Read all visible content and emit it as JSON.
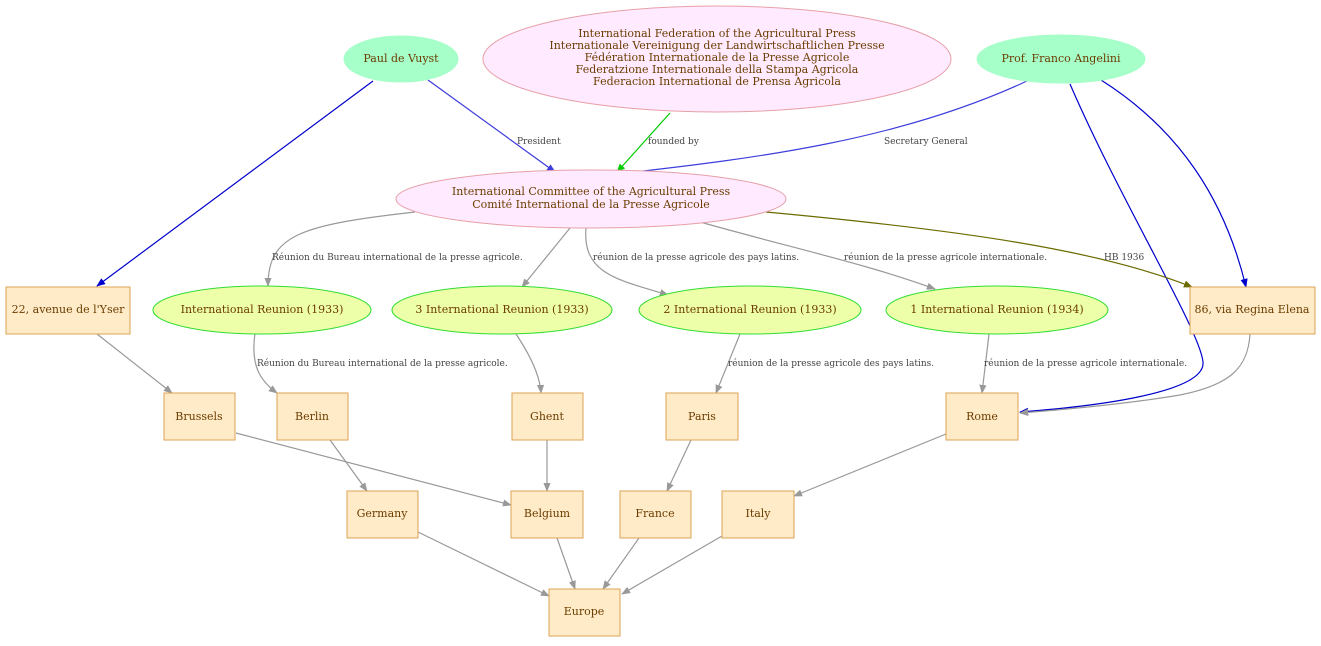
{
  "colors": {
    "person_fill": "#a6ffc9",
    "org_fill": "#ffeaff",
    "org_stroke": "#e6a0a8",
    "event_fill": "#eeffaa",
    "event_stroke": "#33dd33",
    "place_fill": "#ffebc8",
    "place_stroke": "#dba355",
    "text": "#6b3d00",
    "edge_gray": "#999999",
    "edge_blue": "#0000cc",
    "edge_purpleblue": "#3d3ddd",
    "edge_green": "#00cc00",
    "edge_olive": "#6b6b00"
  },
  "nodes": {
    "paul": {
      "lines": [
        "Paul de Vuyst"
      ]
    },
    "ifap": {
      "lines": [
        "International Federation of the Agricultural Press",
        "Internationale Vereinigung der Landwirtschaftlichen Presse",
        "Fédération Internationale de la Presse Agricole",
        "Federatzione Internationale della Stampa Agricola",
        "Federacion International de Prensa Agricola"
      ]
    },
    "franco": {
      "lines": [
        "Prof. Franco Angelini"
      ]
    },
    "icap": {
      "lines": [
        "International Committee of the Agricultural Press",
        "Comité International de la Presse Agricole"
      ]
    },
    "yser": {
      "lines": [
        "22, avenue  de l'Yser"
      ]
    },
    "ir1933": {
      "lines": [
        "International Reunion (1933)"
      ]
    },
    "ir3": {
      "lines": [
        "3 International Reunion (1933)"
      ]
    },
    "ir2": {
      "lines": [
        "2 International Reunion (1933)"
      ]
    },
    "ir1": {
      "lines": [
        "1 International Reunion (1934)"
      ]
    },
    "regina": {
      "lines": [
        "86, via Regina Elena"
      ]
    },
    "brussels": {
      "lines": [
        "Brussels"
      ]
    },
    "berlin": {
      "lines": [
        "Berlin"
      ]
    },
    "ghent": {
      "lines": [
        "Ghent"
      ]
    },
    "paris": {
      "lines": [
        "Paris"
      ]
    },
    "rome": {
      "lines": [
        "Rome"
      ]
    },
    "germany": {
      "lines": [
        "Germany"
      ]
    },
    "belgium": {
      "lines": [
        "Belgium"
      ]
    },
    "france": {
      "lines": [
        "France"
      ]
    },
    "italy": {
      "lines": [
        "Italy"
      ]
    },
    "europe": {
      "lines": [
        "Europe"
      ]
    }
  },
  "edge_labels": {
    "president": "President",
    "founded_by": "founded by",
    "secretary_general": "Secretary General",
    "hb1936": "HB 1936",
    "bureau_1": "Réunion du Bureau international de la presse agricole.",
    "latins_1": "réunion de la presse agricole des pays latins.",
    "internationale_1": "réunion de la presse agricole internationale.",
    "bureau_2": "Réunion du Bureau international de la presse agricole.",
    "latins_2": "réunion de la presse agricole des pays latins.",
    "internationale_2": "réunion de la presse agricole internationale."
  }
}
